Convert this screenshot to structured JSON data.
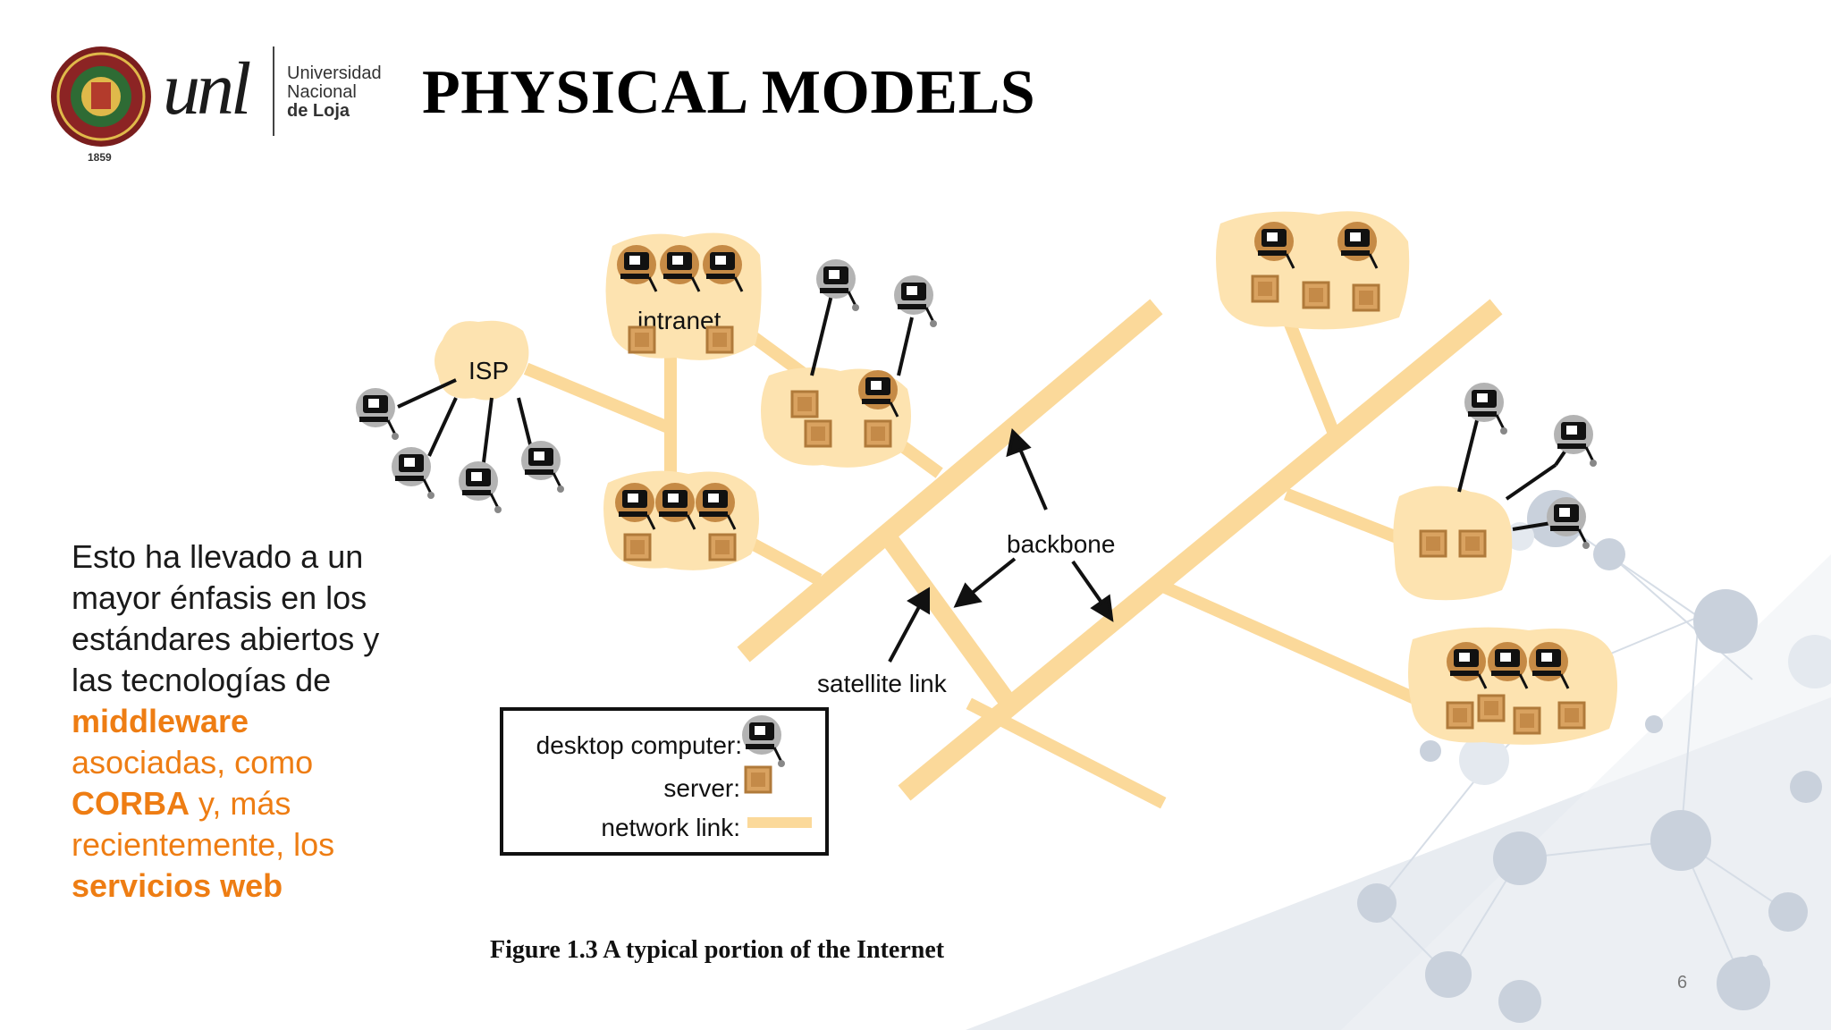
{
  "header": {
    "title": "PHYSICAL MODELS",
    "university_line1": "Universidad",
    "university_line2": "Nacional",
    "university_line3": "de Loja",
    "logo_text": "unl",
    "seal_year": "1859"
  },
  "body": {
    "text_black": "Esto ha llevado a un mayor énfasis en los estándares abiertos y las tecnologías de",
    "middleware": "middleware",
    "text_orange_1": " asociadas, como ",
    "corba": "CORBA",
    "text_orange_2": " y, más recientemente, los ",
    "web_services": "servicios web"
  },
  "diagram": {
    "isp_label": "ISP",
    "intranet_label": "intranet",
    "backbone_label": "backbone",
    "satellite_label": "satellite link",
    "legend": {
      "desktop": "desktop computer:",
      "server": "server:",
      "network": "network link:"
    },
    "colors": {
      "link": "#fbd99a",
      "cloud": "#fde3b0",
      "server": "#d9a260",
      "desktop_accent": "#c58a45"
    }
  },
  "caption": "Figure 1.3 A typical portion of the Internet",
  "page_number": "6"
}
